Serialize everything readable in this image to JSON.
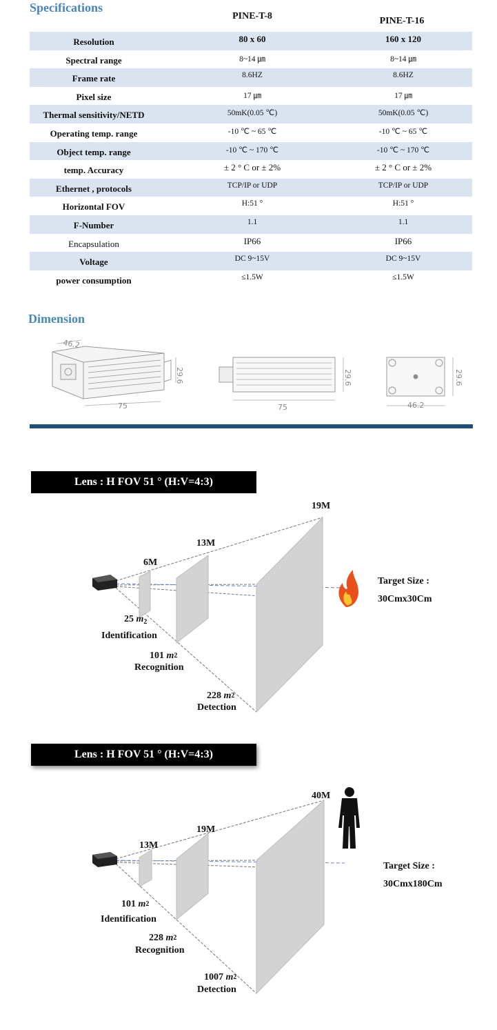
{
  "specifications": {
    "title": "Specifications",
    "columns": [
      "PINE-T-8",
      "PINE-T-16"
    ],
    "rows": [
      {
        "label": "Resolution",
        "v1": "80 x 60",
        "v2": "160 x 120"
      },
      {
        "label": "Spectral range",
        "v1": "8~14 ㎛",
        "v2": "8~14 ㎛"
      },
      {
        "label": "Frame rate",
        "v1": "8.6HZ",
        "v2": "8.6HZ"
      },
      {
        "label": "Pixel size",
        "v1": "17 ㎛",
        "v2": "17 ㎛"
      },
      {
        "label": "Thermal sensitivity/NETD",
        "v1": "50mK(0.05 ℃)",
        "v2": "50mK(0.05 ℃)"
      },
      {
        "label": "Operating temp. range",
        "v1": "-10 ℃ ~ 65 ℃",
        "v2": "-10 ℃ ~ 65 ℃"
      },
      {
        "label": "Object temp. range",
        "v1": "-10 ℃ ~ 170 ℃",
        "v2": "-10 ℃ ~ 170 ℃"
      },
      {
        "label": "temp. Accuracy",
        "v1": "± 2 ° C or ± 2%",
        "v2": "± 2 ° C or ± 2%"
      },
      {
        "label": "Ethernet , protocols",
        "v1": "TCP/IP or UDP",
        "v2": "TCP/IP or UDP"
      },
      {
        "label": "Horizontal FOV",
        "v1": "H:51 °",
        "v2": "H:51 °"
      },
      {
        "label": "F-Number",
        "v1": "1.1",
        "v2": "1.1"
      },
      {
        "label": "Encapsulation",
        "v1": "IP66",
        "v2": "IP66"
      },
      {
        "label": "Voltage",
        "v1": "DC 9~15V",
        "v2": "DC 9~15V"
      },
      {
        "label": "power consumption",
        "v1": "≤1.5W",
        "v2": "≤1.5W"
      }
    ]
  },
  "dimension": {
    "title": "Dimension",
    "iso": {
      "width": "46.2",
      "height": "29.6",
      "length": "75"
    },
    "side": {
      "height": "29.6",
      "length": "75"
    },
    "front": {
      "height": "29.6",
      "width": "46.2"
    }
  },
  "lens_fire": {
    "title": "Lens : H FOV 51 °  (H:V=4:3)",
    "distances": [
      "6M",
      "13M",
      "19M"
    ],
    "areas": [
      {
        "value": "25",
        "unit": "m",
        "sup": "2",
        "mode": "Identification"
      },
      {
        "value": "101",
        "unit": "m",
        "sup": "2",
        "mode": "Recognition"
      },
      {
        "value": "228",
        "unit": "m",
        "sup": "2",
        "mode": "Detection"
      }
    ],
    "target_label": "Target Size :",
    "target_value": "30Cmx30Cm",
    "icon": "fire-icon"
  },
  "lens_person": {
    "title": "Lens : H FOV 51 °  (H:V=4:3)",
    "distances": [
      "13M",
      "19M",
      "40M"
    ],
    "areas": [
      {
        "value": "101",
        "unit": "m",
        "sup": "2",
        "mode": "Identification"
      },
      {
        "value": "228",
        "unit": "m",
        "sup": "2",
        "mode": "Recognition"
      },
      {
        "value": "1007",
        "unit": "m",
        "sup": "2",
        "mode": "Detection"
      }
    ],
    "target_label": "Target Size :",
    "target_value": "30Cmx180Cm",
    "icon": "person-silhouette-icon"
  },
  "colors": {
    "accent_title": "#4a86b8",
    "row_shade": "#dae4f1",
    "bar": "#1f4e79",
    "plane": "#d0d0d0"
  }
}
